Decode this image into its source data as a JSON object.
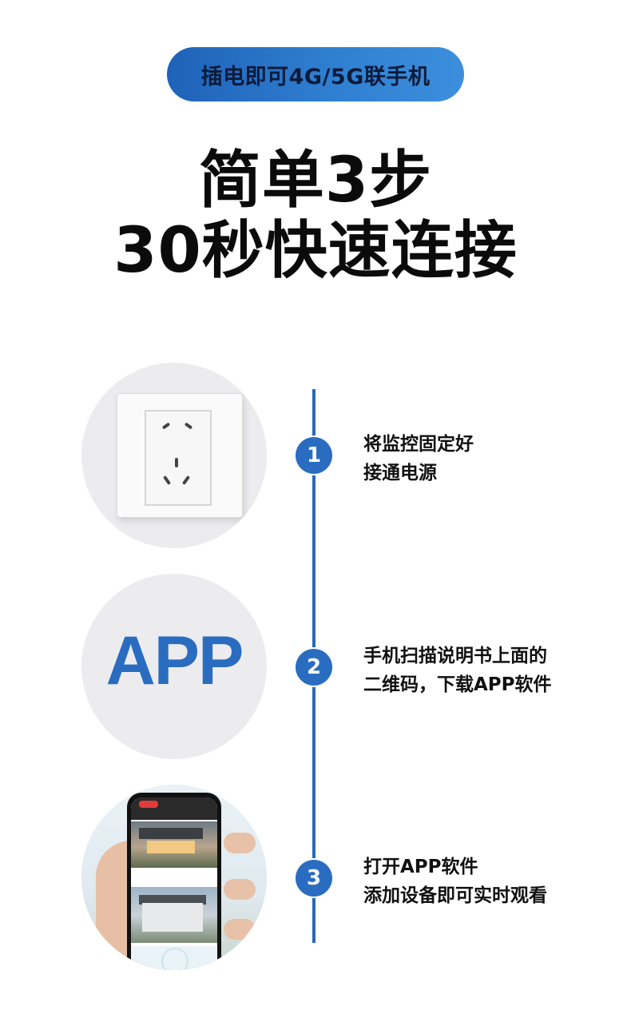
{
  "banner": {
    "label": "插电即可4G/5G联手机"
  },
  "headline": {
    "line1": "简单3步",
    "line2": "30秒快速连接"
  },
  "steps": [
    {
      "number": "1",
      "lines": [
        "将监控固定好",
        "接通电源"
      ]
    },
    {
      "number": "2",
      "lines": [
        "手机扫描说明书上面的",
        "二维码，下载APP软件"
      ]
    },
    {
      "number": "3",
      "lines": [
        "打开APP软件",
        "添加设备即可实时观看"
      ]
    }
  ],
  "illustrations": {
    "app_logo_text": "APP"
  },
  "colors": {
    "accent": "#2a6dc0",
    "banner_start": "#1f62b8",
    "banner_end": "#3c8fdc",
    "circle_bg": "#ececef"
  }
}
